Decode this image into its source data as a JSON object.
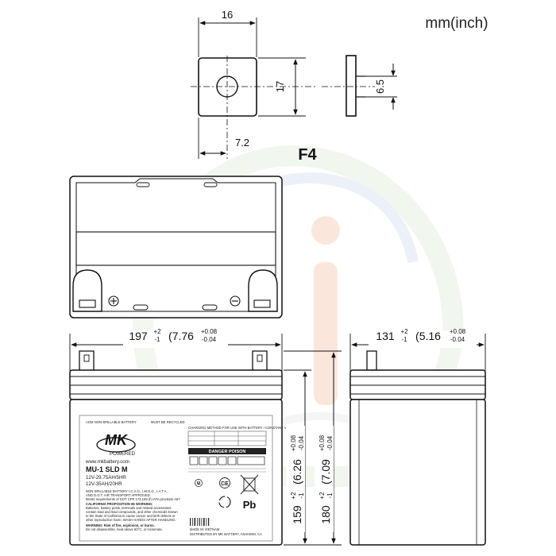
{
  "unit_label": "mm(inch)",
  "terminal": {
    "name": "F4",
    "width": "16",
    "height": "17",
    "hole_offset": "7.2",
    "thickness": "6.5"
  },
  "length_dim": {
    "value": "197",
    "tol_plus": "+2",
    "tol_minus": "-1",
    "inch": "(7.76",
    "inch_tol_plus": "+0.08",
    "inch_tol_minus": "-0.04"
  },
  "width_dim": {
    "value": "131",
    "tol_plus": "+2",
    "tol_minus": "-1",
    "inch": "(5.16",
    "inch_tol_plus": "+0.08",
    "inch_tol_minus": "-0.04"
  },
  "height_dim": {
    "value": "159",
    "tol_plus": "+2",
    "tol_minus": "-1",
    "inch": "(6.26",
    "inch_tol_plus": "+0.08",
    "inch_tol_minus": "-0.04"
  },
  "total_height_dim": {
    "value": "180",
    "tol_plus": "+2",
    "tol_minus": "-1",
    "inch": "(7.09",
    "inch_tol_plus": "+0.08",
    "inch_tol_minus": "-0.04"
  },
  "label": {
    "top_left": "AGM NON-SPILLABLE BATTERY",
    "top_right": "MUST BE RECYCLED",
    "brand": "MK",
    "brand_sub": "POWERED",
    "website": "www.mkbattery.com",
    "model": "MU-1 SLD M",
    "rating_1": "12V-29.75AH/5HR",
    "rating_2": "12V-35AH/20HR",
    "note_1": "NON-SPILLABLE BATTERY I.C.A.O., I.M.D.G., I.A.T.A.,",
    "note_2": "AND D.O.T. AIR TRANSPORT APPROVED.",
    "note_3": "Meets requirements of DOT CFR 173.159 (f) IATA provision A67",
    "prop65_title": "CALIFORNIA PROPOSITION 65 WARNING:",
    "prop65_text_1": "Batteries, battery posts, terminals and related accessories",
    "prop65_text_2": "contain lead and lead compounds, and other chemicals known",
    "prop65_text_3": "to the State of California to cause cancer and birth defects or",
    "prop65_text_4": "other reproductive harm. WASH HANDS AFTER HANDLING.",
    "warning_1": "WARNING: Risk of fire, explosion, or burns.",
    "warning_2": "Do not disassemble, heat above 60°C, or incinerate.",
    "table_header": "CHARGING METHOD FOR USE WITH BATTERY / CONSTANT VOLTAGE",
    "danger": "DANGER POISON",
    "pb_symbol": "Pb",
    "made_in": "MADE IN VIETNAM",
    "distributed": "DISTRIBUTED BY MK BATTERY, ANAHEIM, CA"
  }
}
